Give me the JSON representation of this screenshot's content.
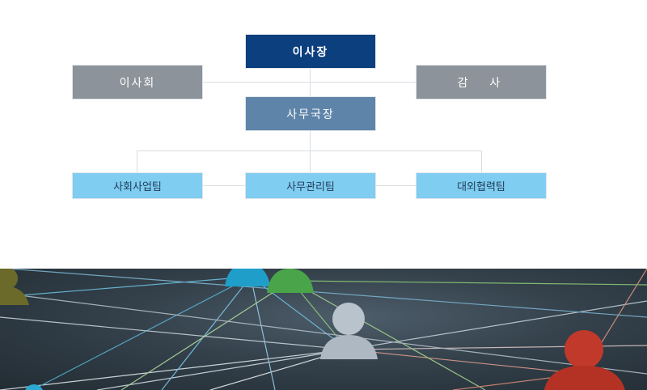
{
  "org_chart": {
    "chairman": "이사장",
    "board": "이사회",
    "auditor": "감  사",
    "secretary_general": "사무국장",
    "teams": [
      "사회사업팀",
      "사무관리팀",
      "대외협력팀"
    ]
  },
  "colors": {
    "chairman": "#0b3f7e",
    "gray_node": "#8c939a",
    "secretary_general": "#5f84a9",
    "team": "#7fcdf0",
    "connector": "#d9dde3"
  },
  "banner": {
    "icons": [
      "person-icon",
      "network-icon"
    ]
  }
}
